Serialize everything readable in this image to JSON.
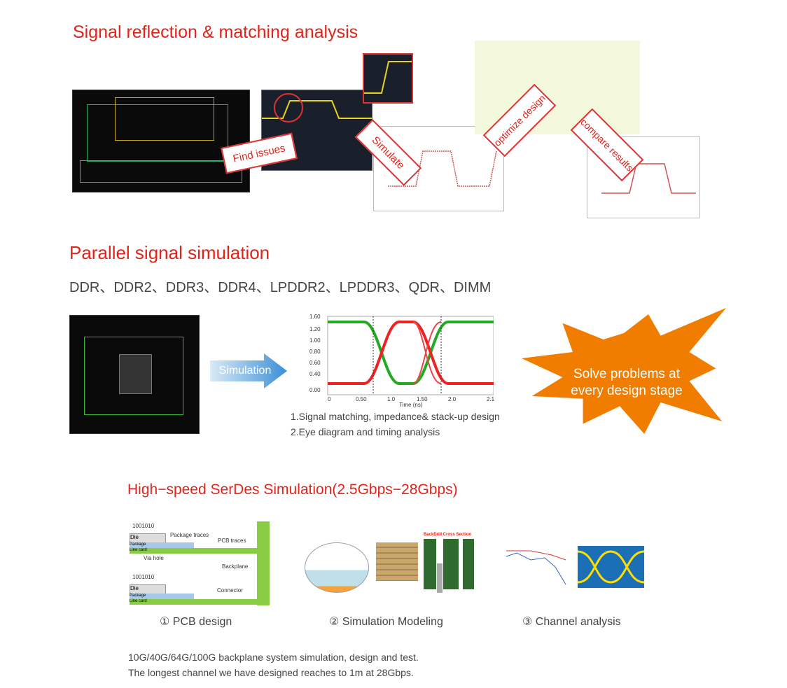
{
  "section1": {
    "title": "Signal reflection & matching analysis",
    "arrows": {
      "find": "Find issues",
      "simulate": "Simulate",
      "optimize": "optimize design",
      "compare": "compare results"
    }
  },
  "section2": {
    "title": "Parallel signal simulation",
    "subtitle": "DDR、DDR2、DDR3、DDR4、LPDDR2、LPDDR3、QDR、DIMM",
    "arrow": "Simulation",
    "notes": [
      "1.Signal matching, impedance& stack-up design",
      "2.Eye diagram and timing analysis"
    ],
    "burst": "Solve problems at every design stage",
    "eye": {
      "y_ticks": [
        "1.60",
        "1.20",
        "1.00",
        "0.80",
        "0.60",
        "0.40",
        "0.00"
      ],
      "x_ticks": [
        "0",
        "0.50",
        "1.0",
        "1.50",
        "2.0",
        "2.1"
      ],
      "xlabel": "Time (ns)"
    }
  },
  "section3": {
    "title": "High−speed SerDes Simulation(2.5Gbps−28Gbps)",
    "pcb_labels": {
      "package_traces": "Package traces",
      "pcb_traces": "PCB traces",
      "via_hole": "Via hole",
      "backplane": "Backplane",
      "connector": "Connector",
      "die": "Die",
      "package": "Package",
      "line_card": "Line card",
      "bits": "1001010"
    },
    "backdrill": "BackDrill Cross Section",
    "captions": [
      "① PCB design",
      "② Simulation Modeling",
      "③ Channel analysis"
    ],
    "footer": [
      "10G/40G/64G/100G backplane system simulation, design and test.",
      "The longest channel we have designed reaches to 1m at 28Gbps."
    ]
  },
  "colors": {
    "red": "#e2231a",
    "orange": "#f07c00",
    "blue": "#3a8fd6"
  }
}
